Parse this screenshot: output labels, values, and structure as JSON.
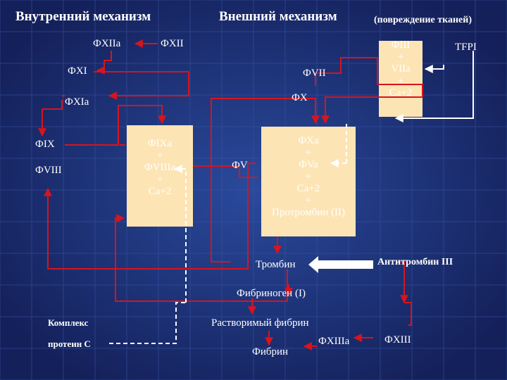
{
  "header": {
    "intrinsic": "Внутренний механизм",
    "extrinsic": "Внешний механизм",
    "extrinsic_note": "(повреждение тканей)"
  },
  "factors": {
    "fxiia": "ФXIIa",
    "fxii": "ФXII",
    "fxi": "ФXI",
    "fxia": "ФXIa",
    "fvii": "ФVII",
    "fx": "ФX",
    "fix": "ФIX",
    "fviii": "ФVIII",
    "fv": "ФV",
    "tfpi": "TFPI"
  },
  "box_tf": {
    "lines": [
      "ФIII",
      "+",
      "VIIa",
      "+",
      "Ca+2"
    ]
  },
  "box_tenase": {
    "lines": [
      "ФIXa",
      "+",
      "ФVIIIa",
      "+",
      "Ca+2"
    ]
  },
  "box_prothrombinase": {
    "lines": [
      "ФXa",
      "+",
      "ФVa",
      "+",
      "Ca+2",
      "+",
      "Протромбин (II)"
    ]
  },
  "lower": {
    "thrombin": "Тромбин",
    "antithrombin": "Антитромбин III",
    "fibrinogen": "Фибриноген (I)",
    "soluble_fibrin": "Растворимый фибрин",
    "fibrin": "Фибрин",
    "fxiiia": "ФXIIIa",
    "fxiii": "ФXIII",
    "complex_line1": "Комплекс",
    "complex_line2": "протеин С"
  },
  "colors": {
    "background": "#1b2a6e",
    "grid": "#3a55a8",
    "arrow_red": "#d8141c",
    "box_fill": "#fde4b4",
    "highlight": "#f4a020"
  }
}
